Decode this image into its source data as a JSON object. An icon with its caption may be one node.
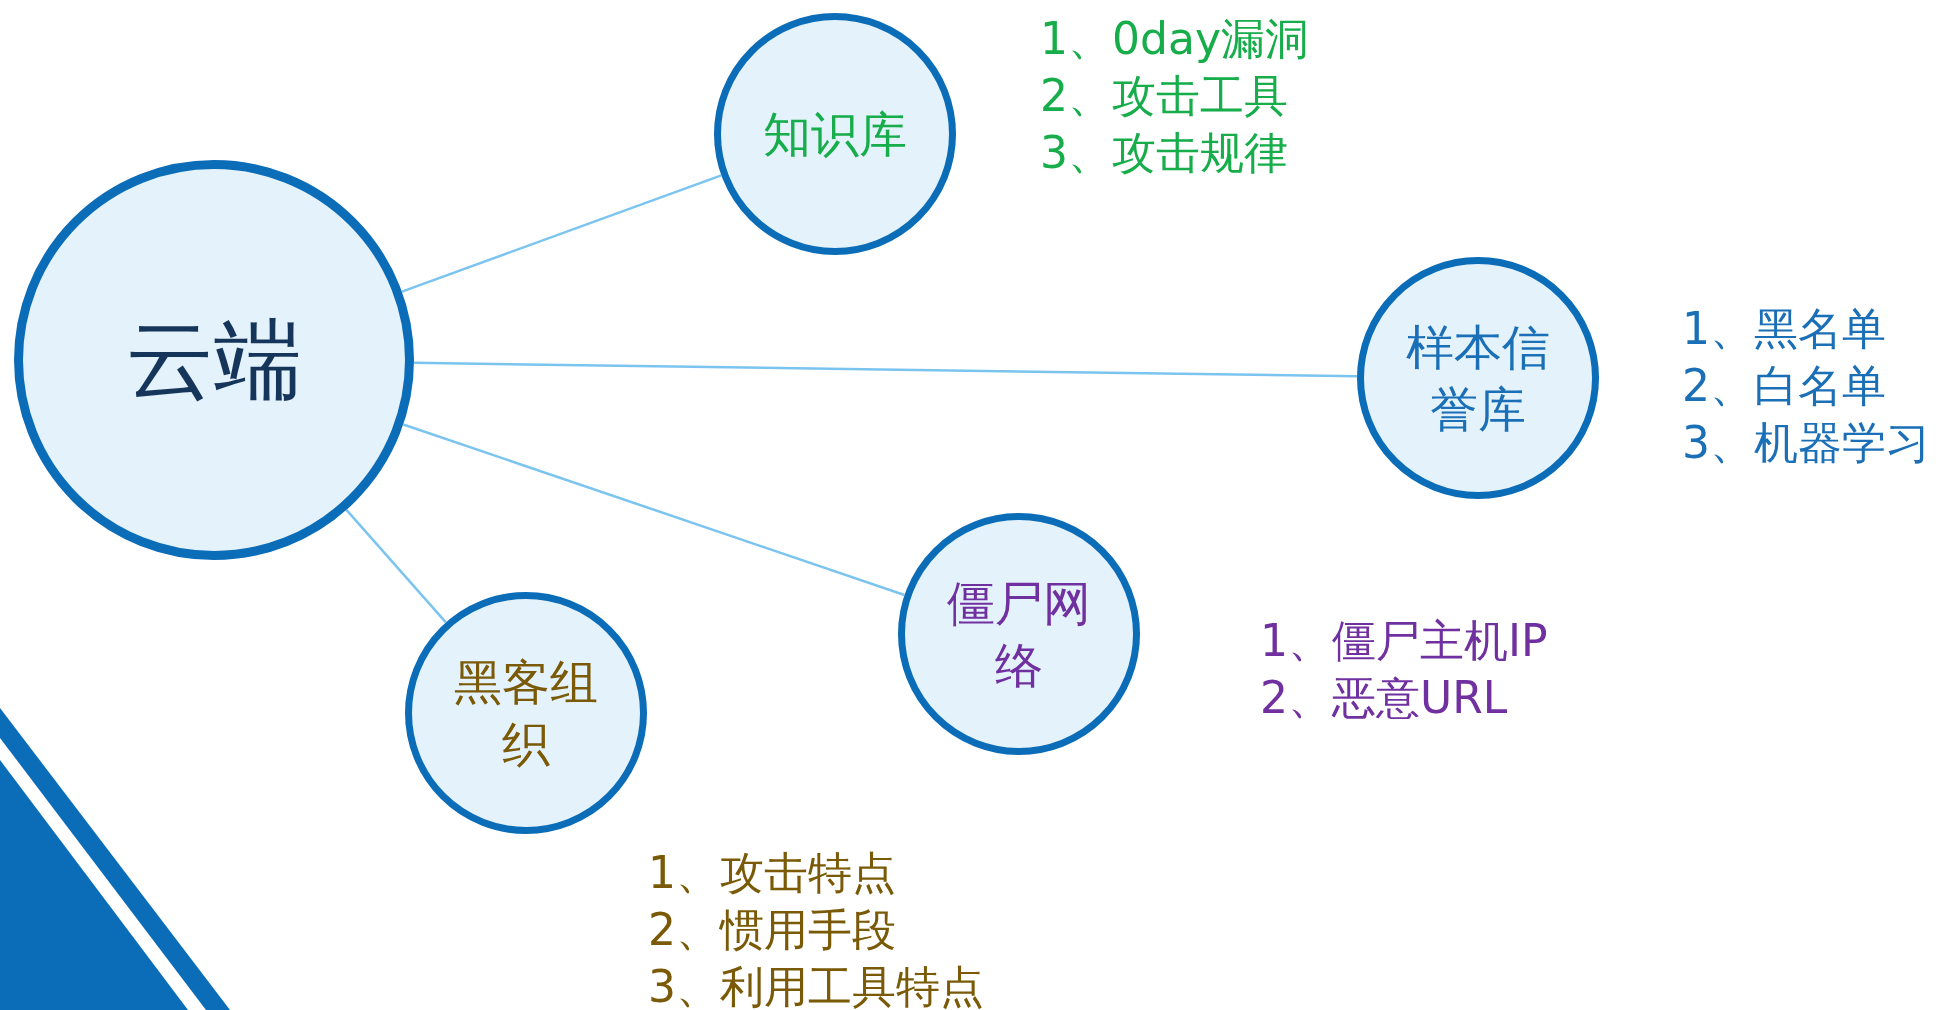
{
  "diagram": {
    "nodes": [
      {
        "text": [
          "云端"
        ]
      },
      {
        "text": [
          "知识库"
        ],
        "beside": [
          "1、0day漏洞",
          "2、攻击工具",
          "3、攻击规律"
        ]
      },
      {
        "text": [
          "样本信誉库"
        ],
        "beside": [
          "1、黑名单",
          "2、白名单",
          "3、机器学习"
        ]
      },
      {
        "text": [
          "僵尸网络"
        ],
        "beside": [
          "1、僵尸主机IP",
          "2、恶意URL"
        ]
      },
      {
        "text": [
          "黑客组织"
        ],
        "beside": [
          "1、攻击特点",
          "2、惯用手段",
          "3、利用工具特点"
        ]
      }
    ],
    "edges": [
      {
        "from": 0,
        "to": 1,
        "arrow": "none"
      },
      {
        "from": 0,
        "to": 2,
        "arrow": "none"
      },
      {
        "from": 0,
        "to": 3,
        "arrow": "none"
      },
      {
        "from": 0,
        "to": 4,
        "arrow": "none"
      }
    ]
  }
}
